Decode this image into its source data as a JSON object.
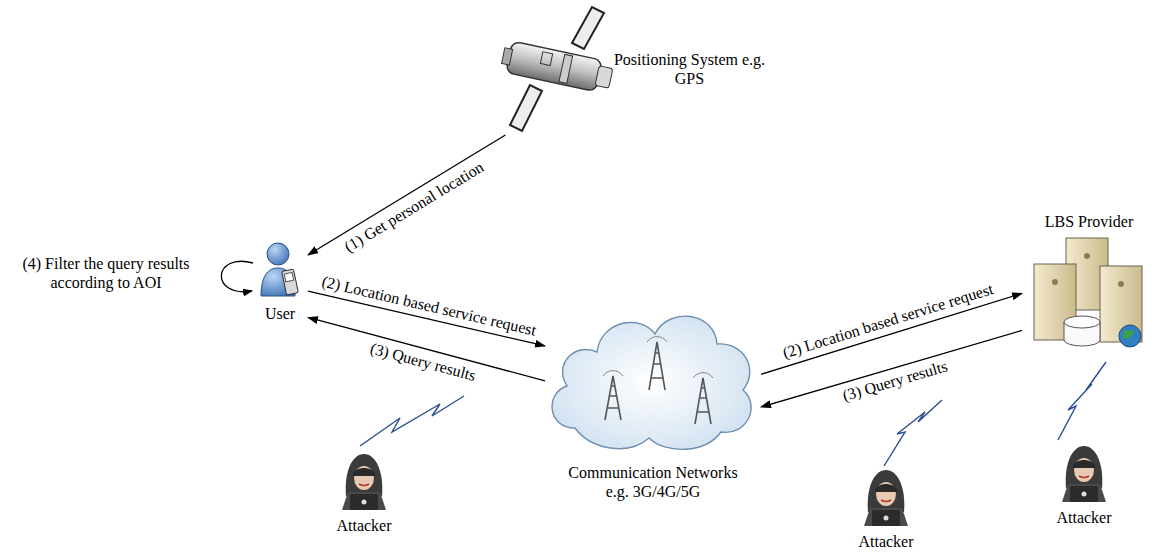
{
  "diagram": {
    "nodes": [
      {
        "text": [
          "Positioning System e.g. GPS"
        ]
      },
      {
        "text": [
          "User"
        ]
      },
      {
        "text": [
          "LBS Provider"
        ]
      },
      {
        "text": [
          "Communication Networks e.g. 3G/4G/5G"
        ]
      },
      {
        "text": [
          "Attacker"
        ]
      },
      {
        "text": [
          "Attacker"
        ]
      },
      {
        "text": [
          "Attacker"
        ]
      }
    ],
    "edges": [
      {
        "from": 0,
        "to": 1,
        "arrow": "to",
        "label": "(1) Get personal location"
      },
      {
        "from": 1,
        "to": 3,
        "arrow": "to",
        "label": "(2) Location based service request"
      },
      {
        "from": 3,
        "to": 1,
        "arrow": "to",
        "label": "(3) Query results"
      },
      {
        "from": 3,
        "to": 2,
        "arrow": "to",
        "label": "(2) Location based service request"
      },
      {
        "from": 2,
        "to": 3,
        "arrow": "to",
        "label": "(3) Query results"
      }
    ],
    "labels": [
      "(4) Filter the query results according to AOI"
    ]
  }
}
